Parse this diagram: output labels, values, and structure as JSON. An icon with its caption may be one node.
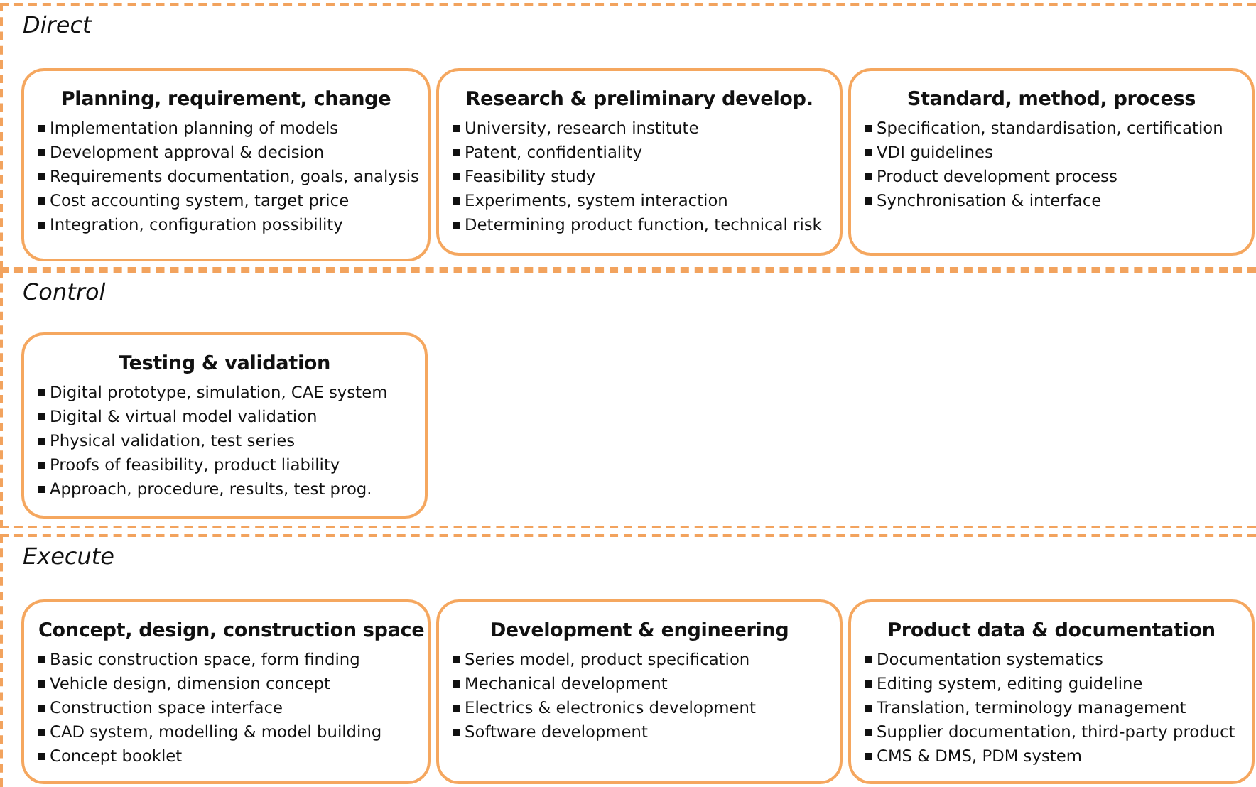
{
  "diagram": {
    "nodes": [
      {
        "text": [
          "Direct"
        ]
      },
      {
        "text": [
          "Planning, requirement, change",
          "Implementation planning of models",
          "Development approval & decision",
          "Requirements documentation, goals, analysis",
          "Cost accounting system, target price",
          "Integration, configuration possibility"
        ],
        "in": 0
      },
      {
        "text": [
          "Research & preliminary develop.",
          "University, research institute",
          "Patent, confidentiality",
          "Feasibility study",
          "Experiments, system interaction",
          "Determining product function, technical risk"
        ],
        "in": 0
      },
      {
        "text": [
          "Standard, method, process",
          "Specification, standardisation, certification",
          "VDI guidelines",
          "Product development process",
          "Synchronisation & interface"
        ],
        "in": 0
      },
      {
        "text": [
          "Control"
        ]
      },
      {
        "text": [
          "Testing & validation",
          "Digital prototype, simulation, CAE system",
          "Digital & virtual model validation",
          "Physical validation, test series",
          "Proofs of feasibility, product liability",
          "Approach, procedure, results, test prog."
        ],
        "in": 4
      },
      {
        "text": [
          "Execute"
        ]
      },
      {
        "text": [
          "Concept, design, construction space",
          "Basic construction space, form finding",
          "Vehicle design, dimension concept",
          "Construction space interface",
          "CAD system, modelling & model building",
          "Concept booklet"
        ],
        "in": 6
      },
      {
        "text": [
          "Development & engineering",
          "Series model, product specification",
          "Mechanical development",
          "Electrics & electronics development",
          "Software development"
        ],
        "in": 6
      },
      {
        "text": [
          "Product data & documentation",
          "Documentation systematics",
          "Editing system, editing guideline",
          "Translation, terminology management",
          "Supplier documentation, third-party product",
          "CMS & DMS, PDM system"
        ],
        "in": 6
      }
    ]
  }
}
